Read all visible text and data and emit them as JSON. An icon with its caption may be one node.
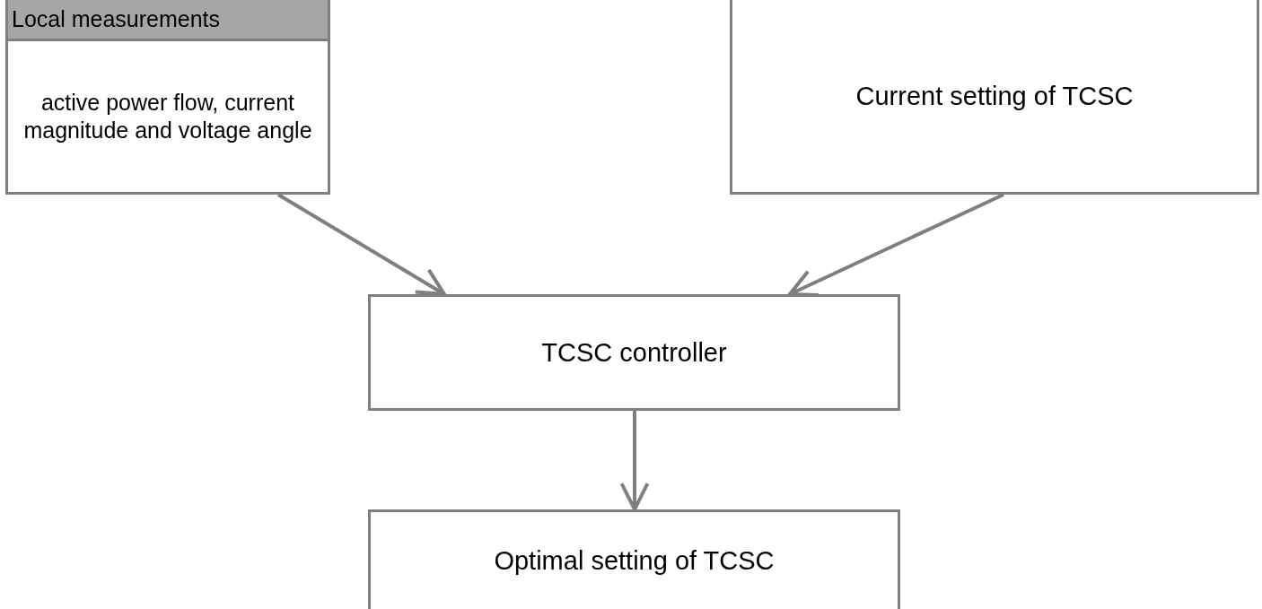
{
  "diagram": {
    "nodes": [
      {
        "text": [
          "Local measurements",
          "active power flow, current magnitude and voltage angle"
        ]
      },
      {
        "text": [
          "Current setting of TCSC"
        ]
      },
      {
        "text": [
          "TCSC controller"
        ]
      },
      {
        "text": [
          "Optimal setting of TCSC"
        ]
      }
    ],
    "edges": [
      {
        "from": 0,
        "to": 2,
        "arrow": "to"
      },
      {
        "from": 1,
        "to": 2,
        "arrow": "to"
      },
      {
        "from": 2,
        "to": 3,
        "arrow": "to"
      }
    ]
  }
}
